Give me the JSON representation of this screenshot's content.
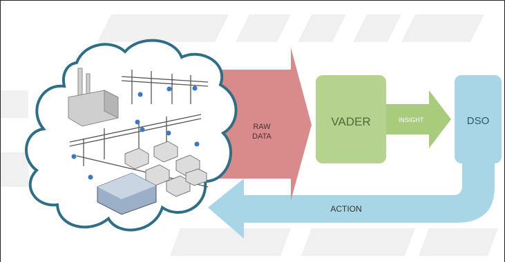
{
  "diagram": {
    "raw_data_label_line1": "RAW",
    "raw_data_label_line2": "DATA",
    "vader_label": "VADER",
    "insight_label": "INSIGHT",
    "dso_label": "DSO",
    "action_label": "ACTION"
  },
  "colors": {
    "raw_data_arrow": "#d98b8b",
    "vader_box": "#b5d38f",
    "insight_arrow": "#a8cc7c",
    "dso_box": "#a9d6e6",
    "action_arrow": "#a9d6e6",
    "cloud_outline": "#2f6f86",
    "watermark": "#eeeeee"
  },
  "icons": [
    "cloud-icon",
    "power-plant-icon",
    "power-line-icon",
    "house-icon",
    "factory-icon",
    "sensor-dot-icon"
  ]
}
